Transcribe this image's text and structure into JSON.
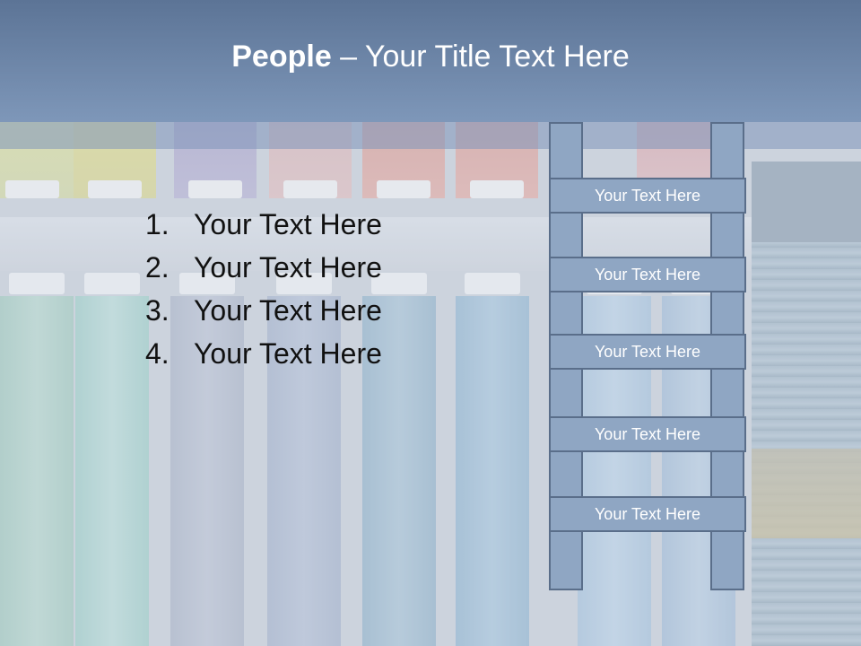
{
  "slide": {
    "title_bold": "People",
    "title_rest": " – Your Title Text Here"
  },
  "list": {
    "items": [
      {
        "number": "1.",
        "text": "Your Text Here"
      },
      {
        "number": "2.",
        "text": "Your Text Here"
      },
      {
        "number": "3.",
        "text": "Your Text Here"
      },
      {
        "number": "4.",
        "text": "Your Text Here"
      }
    ]
  },
  "ladder": {
    "rungs": [
      "Your Text Here",
      "Your Text Here",
      "Your Text Here",
      "Your Text Here",
      "Your Text Here"
    ]
  },
  "colors": {
    "title_bar": "#6f87a9",
    "ladder_fill": "#8fa6c3",
    "ladder_border": "#5a6e8a"
  }
}
